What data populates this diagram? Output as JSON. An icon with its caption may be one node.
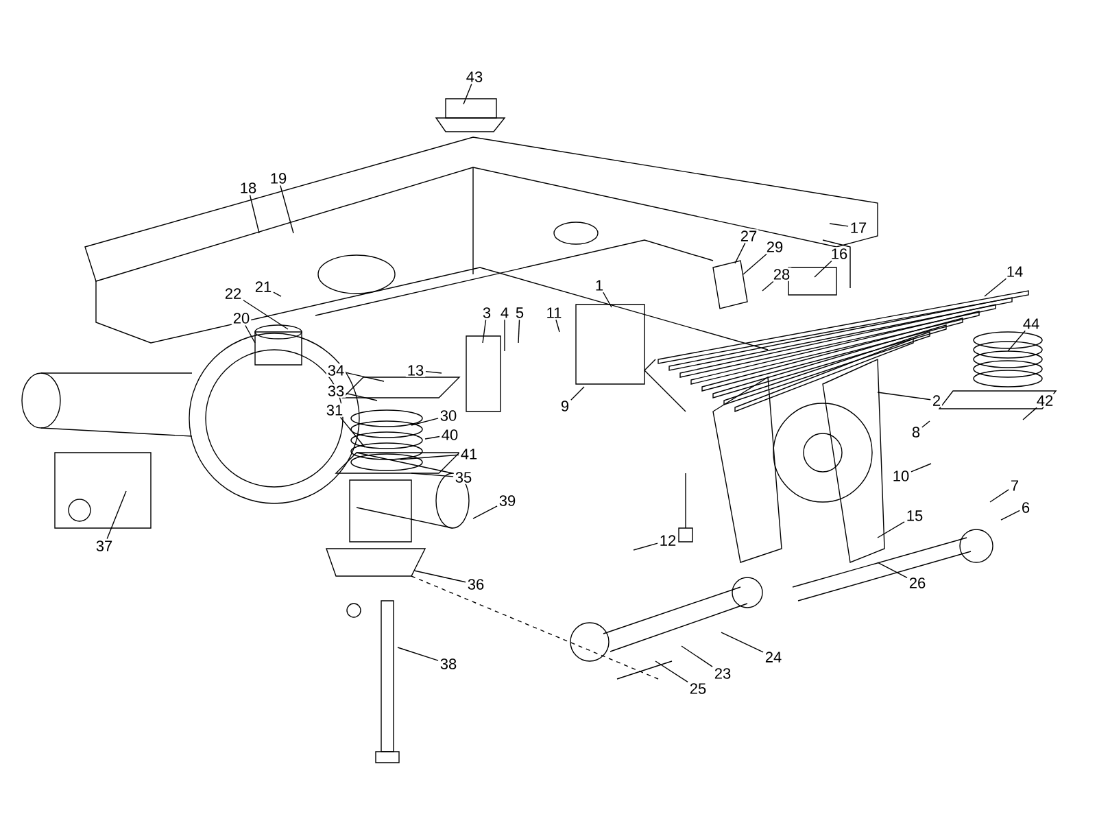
{
  "diagram": {
    "nodes": [
      {
        "text": [
          "43"
        ]
      },
      {
        "text": [
          "17"
        ]
      },
      {
        "text": [
          "19"
        ]
      },
      {
        "text": [
          "18"
        ]
      },
      {
        "text": [
          "27"
        ]
      },
      {
        "text": [
          "16"
        ]
      },
      {
        "text": [
          "29"
        ]
      },
      {
        "text": [
          "14"
        ]
      },
      {
        "text": [
          "28"
        ]
      },
      {
        "text": [
          "21"
        ]
      },
      {
        "text": [
          "1"
        ]
      },
      {
        "text": [
          "22"
        ]
      },
      {
        "text": [
          "3"
        ]
      },
      {
        "text": [
          "4"
        ]
      },
      {
        "text": [
          "5"
        ]
      },
      {
        "text": [
          "11"
        ]
      },
      {
        "text": [
          "20"
        ]
      },
      {
        "text": [
          "44"
        ]
      },
      {
        "text": [
          "34"
        ]
      },
      {
        "text": [
          "13"
        ]
      },
      {
        "text": [
          "33"
        ]
      },
      {
        "text": [
          "9"
        ]
      },
      {
        "text": [
          "2"
        ]
      },
      {
        "text": [
          "42"
        ]
      },
      {
        "text": [
          "31"
        ]
      },
      {
        "text": [
          "30"
        ]
      },
      {
        "text": [
          "8"
        ]
      },
      {
        "text": [
          "40"
        ]
      },
      {
        "text": [
          "41"
        ]
      },
      {
        "text": [
          "10"
        ]
      },
      {
        "text": [
          "35"
        ]
      },
      {
        "text": [
          "7"
        ]
      },
      {
        "text": [
          "6"
        ]
      },
      {
        "text": [
          "39"
        ]
      },
      {
        "text": [
          "15"
        ]
      },
      {
        "text": [
          "12"
        ]
      },
      {
        "text": [
          "37"
        ]
      },
      {
        "text": [
          "26"
        ]
      },
      {
        "text": [
          "36"
        ]
      },
      {
        "text": [
          "24"
        ]
      },
      {
        "text": [
          "23"
        ]
      },
      {
        "text": [
          "25"
        ]
      },
      {
        "text": [
          "38"
        ]
      }
    ],
    "edges": [
      {
        "from": 0,
        "to": null,
        "arrow": "none"
      },
      {
        "from": 1,
        "to": null,
        "arrow": "none"
      },
      {
        "from": 2,
        "to": null,
        "arrow": "none"
      },
      {
        "from": 3,
        "to": null,
        "arrow": "none"
      },
      {
        "from": 4,
        "to": null,
        "arrow": "none"
      },
      {
        "from": 5,
        "to": null,
        "arrow": "none"
      },
      {
        "from": 6,
        "to": null,
        "arrow": "none"
      },
      {
        "from": 7,
        "to": null,
        "arrow": "none"
      },
      {
        "from": 8,
        "to": null,
        "arrow": "none"
      },
      {
        "from": 9,
        "to": null,
        "arrow": "none"
      },
      {
        "from": 10,
        "to": null,
        "arrow": "none"
      },
      {
        "from": 11,
        "to": null,
        "arrow": "none"
      },
      {
        "from": 12,
        "to": null,
        "arrow": "none"
      },
      {
        "from": 13,
        "to": null,
        "arrow": "none"
      },
      {
        "from": 14,
        "to": null,
        "arrow": "none"
      },
      {
        "from": 15,
        "to": null,
        "arrow": "none"
      },
      {
        "from": 16,
        "to": null,
        "arrow": "none"
      },
      {
        "from": 17,
        "to": null,
        "arrow": "none"
      },
      {
        "from": 18,
        "to": null,
        "arrow": "none"
      },
      {
        "from": 19,
        "to": null,
        "arrow": "none"
      },
      {
        "from": 20,
        "to": null,
        "arrow": "none"
      },
      {
        "from": 21,
        "to": null,
        "arrow": "none"
      },
      {
        "from": 22,
        "to": null,
        "arrow": "none"
      },
      {
        "from": 23,
        "to": null,
        "arrow": "none"
      },
      {
        "from": 24,
        "to": null,
        "arrow": "none"
      },
      {
        "from": 25,
        "to": null,
        "arrow": "none"
      },
      {
        "from": 26,
        "to": null,
        "arrow": "none"
      },
      {
        "from": 27,
        "to": null,
        "arrow": "none"
      },
      {
        "from": 28,
        "to": null,
        "arrow": "none"
      },
      {
        "from": 29,
        "to": null,
        "arrow": "none"
      },
      {
        "from": 30,
        "to": null,
        "arrow": "none"
      },
      {
        "from": 31,
        "to": null,
        "arrow": "none"
      },
      {
        "from": 32,
        "to": null,
        "arrow": "none"
      },
      {
        "from": 33,
        "to": null,
        "arrow": "none"
      },
      {
        "from": 34,
        "to": null,
        "arrow": "none"
      },
      {
        "from": 35,
        "to": null,
        "arrow": "none"
      },
      {
        "from": 36,
        "to": null,
        "arrow": "none"
      },
      {
        "from": 37,
        "to": null,
        "arrow": "none"
      },
      {
        "from": 38,
        "to": null,
        "arrow": "none"
      },
      {
        "from": 39,
        "to": null,
        "arrow": "none"
      },
      {
        "from": 40,
        "to": null,
        "arrow": "none"
      },
      {
        "from": 41,
        "to": null,
        "arrow": "none"
      },
      {
        "from": 42,
        "to": null,
        "arrow": "none"
      }
    ]
  }
}
